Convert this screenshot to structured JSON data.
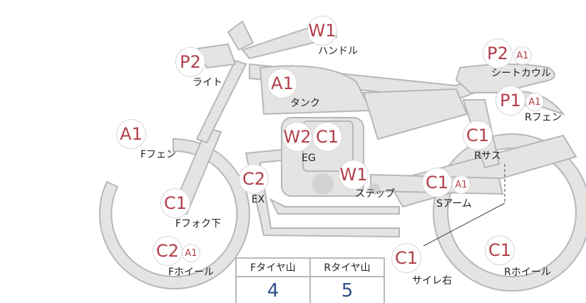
{
  "marks": [
    {
      "codes": [
        "W1"
      ],
      "label": "ハンドル"
    },
    {
      "codes": [
        "P2"
      ],
      "label": "ライト"
    },
    {
      "codes": [
        "A1"
      ],
      "label": "タンク"
    },
    {
      "codes": [
        "P2",
        "A1"
      ],
      "label": "シートカウル"
    },
    {
      "codes": [
        "P1",
        "A1"
      ],
      "label": "Rフェン"
    },
    {
      "codes": [
        "A1"
      ],
      "label": "Fフェン"
    },
    {
      "codes": [
        "W2",
        "C1"
      ],
      "label": "EG"
    },
    {
      "codes": [
        "C1"
      ],
      "label": "Rサス"
    },
    {
      "codes": [
        "C2"
      ],
      "label": "EX"
    },
    {
      "codes": [
        "W1"
      ],
      "label": "ステップ"
    },
    {
      "codes": [
        "C1",
        "A1"
      ],
      "label": "Sアーム"
    },
    {
      "codes": [
        "C1"
      ],
      "label": "Fフォク下"
    },
    {
      "codes": [
        "C2",
        "A1"
      ],
      "label": "Fホイール"
    },
    {
      "codes": [
        "C1"
      ],
      "label": "サイレ右"
    },
    {
      "codes": [
        "C1"
      ],
      "label": "Rホイール"
    }
  ],
  "tire_table": {
    "headers": [
      "Fタイヤ山",
      "Rタイヤ山"
    ],
    "values": [
      "4",
      "5"
    ]
  },
  "colors": {
    "code": "#b2404a",
    "value": "#2f4f8a",
    "bike_fill": "#e4e4e2",
    "bike_stroke": "#b4b8bc"
  }
}
